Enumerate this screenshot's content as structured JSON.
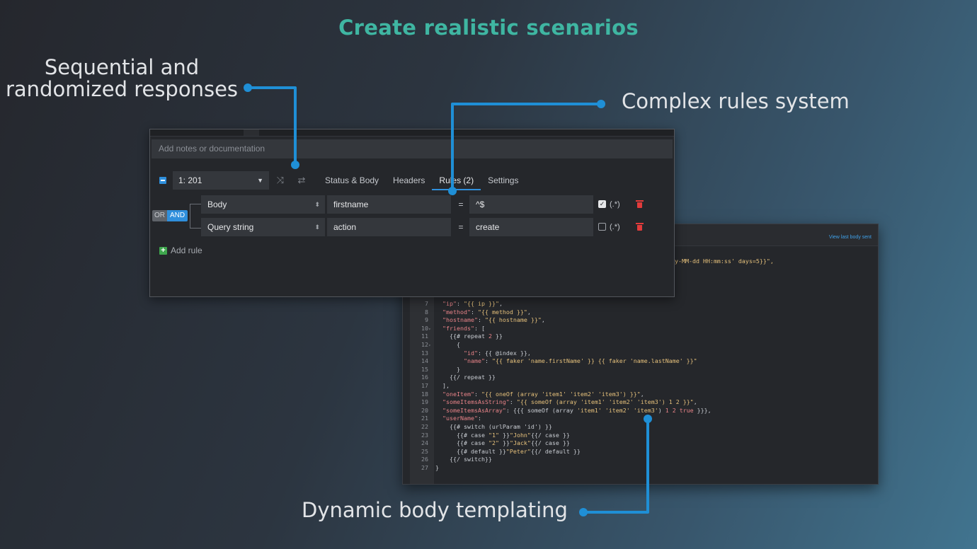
{
  "headline": "Create realistic scenarios",
  "callouts": {
    "sequential_line1": "Sequential and",
    "sequential_line2": "randomized responses",
    "rules": "Complex rules system",
    "templating": "Dynamic body templating"
  },
  "accent_colors": {
    "headline": "#3fb6a2",
    "connector": "#1f8fd6",
    "active_tab": "#2f8fdc",
    "delete": "#e23b3b",
    "add": "#3ea64d"
  },
  "route_panel": {
    "notes_placeholder": "Add notes or documentation",
    "response_select": "1: 201",
    "icons": {
      "random": "shuffle-icon",
      "sequential": "repeat-icon"
    },
    "tabs": [
      {
        "label": "Status & Body",
        "active": false
      },
      {
        "label": "Headers",
        "active": false
      },
      {
        "label": "Rules (2)",
        "active": true
      },
      {
        "label": "Settings",
        "active": false
      }
    ],
    "logic": {
      "or": "OR",
      "and": "AND",
      "selected": "AND"
    },
    "rules": [
      {
        "target": "Body",
        "property": "firstname",
        "operator": "=",
        "value": "^$",
        "regex_checked": true,
        "regex_label": "(.*)"
      },
      {
        "target": "Query string",
        "property": "action",
        "operator": "=",
        "value": "create",
        "regex_checked": false,
        "regex_label": "(.*)"
      }
    ],
    "add_rule": "Add rule"
  },
  "editor": {
    "view_last_body": "View last body sent",
    "partial_line": "yy-MM-dd HH:mm:ss' days=5}}\",",
    "lines": [
      {
        "n": "7",
        "fold": false,
        "indent": 1,
        "tokens": [
          [
            "k",
            "\"ip\""
          ],
          [
            "p",
            ": "
          ],
          [
            "s",
            "\"{{ ip }}\""
          ],
          [
            "p",
            ","
          ]
        ]
      },
      {
        "n": "8",
        "fold": false,
        "indent": 1,
        "tokens": [
          [
            "k",
            "\"method\""
          ],
          [
            "p",
            ": "
          ],
          [
            "s",
            "\"{{ method }}\""
          ],
          [
            "p",
            ","
          ]
        ]
      },
      {
        "n": "9",
        "fold": false,
        "indent": 1,
        "tokens": [
          [
            "k",
            "\"hostname\""
          ],
          [
            "p",
            ": "
          ],
          [
            "s",
            "\"{{ hostname }}\""
          ],
          [
            "p",
            ","
          ]
        ]
      },
      {
        "n": "10",
        "fold": true,
        "indent": 1,
        "tokens": [
          [
            "k",
            "\"friends\""
          ],
          [
            "p",
            ": ["
          ]
        ]
      },
      {
        "n": "11",
        "fold": false,
        "indent": 2,
        "tokens": [
          [
            "g",
            "{{# repeat "
          ],
          [
            "n",
            "2"
          ],
          [
            "g",
            " }}"
          ]
        ]
      },
      {
        "n": "12",
        "fold": true,
        "indent": 3,
        "tokens": [
          [
            "p",
            "{"
          ]
        ]
      },
      {
        "n": "13",
        "fold": false,
        "indent": 4,
        "tokens": [
          [
            "k",
            "\"id\""
          ],
          [
            "p",
            ": {{ @index }},"
          ]
        ]
      },
      {
        "n": "14",
        "fold": false,
        "indent": 4,
        "tokens": [
          [
            "k",
            "\"name\""
          ],
          [
            "p",
            ": "
          ],
          [
            "s",
            "\"{{ faker 'name.firstName' }} {{ faker 'name.lastName' }}\""
          ]
        ]
      },
      {
        "n": "15",
        "fold": false,
        "indent": 3,
        "tokens": [
          [
            "p",
            "}"
          ]
        ]
      },
      {
        "n": "16",
        "fold": false,
        "indent": 2,
        "tokens": [
          [
            "g",
            "{{/ repeat }}"
          ]
        ]
      },
      {
        "n": "17",
        "fold": false,
        "indent": 1,
        "tokens": [
          [
            "p",
            "],"
          ]
        ]
      },
      {
        "n": "18",
        "fold": false,
        "indent": 1,
        "tokens": [
          [
            "k",
            "\"oneItem\""
          ],
          [
            "p",
            ": "
          ],
          [
            "s",
            "\"{{ oneOf (array 'item1' 'item2' 'item3') }}\""
          ],
          [
            "p",
            ","
          ]
        ]
      },
      {
        "n": "19",
        "fold": false,
        "indent": 1,
        "tokens": [
          [
            "k",
            "\"someItemsAsString\""
          ],
          [
            "p",
            ": "
          ],
          [
            "s",
            "\"{{ someOf (array 'item1' 'item2' 'item3') 1 2 }}\""
          ],
          [
            "p",
            ","
          ]
        ]
      },
      {
        "n": "20",
        "fold": false,
        "indent": 1,
        "tokens": [
          [
            "k",
            "\"someItemsAsArray\""
          ],
          [
            "p",
            ": {{{ someOf (array "
          ],
          [
            "s",
            "'item1' 'item2' 'item3'"
          ],
          [
            "p",
            ") "
          ],
          [
            "n",
            "1 2 true"
          ],
          [
            "p",
            " }}},"
          ]
        ]
      },
      {
        "n": "21",
        "fold": false,
        "indent": 1,
        "tokens": [
          [
            "k",
            "\"userName\""
          ],
          [
            "p",
            ":"
          ]
        ]
      },
      {
        "n": "22",
        "fold": false,
        "indent": 2,
        "tokens": [
          [
            "g",
            "{{# switch (urlParam 'id') }}"
          ]
        ]
      },
      {
        "n": "23",
        "fold": false,
        "indent": 3,
        "tokens": [
          [
            "g",
            "{{# case "
          ],
          [
            "s",
            "\"1\""
          ],
          [
            "g",
            " }}"
          ],
          [
            "s",
            "\"John\""
          ],
          [
            "g",
            "{{/ case }}"
          ]
        ]
      },
      {
        "n": "24",
        "fold": false,
        "indent": 3,
        "tokens": [
          [
            "g",
            "{{# case "
          ],
          [
            "s",
            "\"2\""
          ],
          [
            "g",
            " }}"
          ],
          [
            "s",
            "\"Jack\""
          ],
          [
            "g",
            "{{/ case }}"
          ]
        ]
      },
      {
        "n": "25",
        "fold": false,
        "indent": 3,
        "tokens": [
          [
            "g",
            "{{# default }}"
          ],
          [
            "s",
            "\"Peter\""
          ],
          [
            "g",
            "{{/ default }}"
          ]
        ]
      },
      {
        "n": "26",
        "fold": false,
        "indent": 2,
        "tokens": [
          [
            "g",
            "{{/ switch}}"
          ]
        ]
      },
      {
        "n": "27",
        "fold": false,
        "indent": 0,
        "tokens": [
          [
            "p",
            "}"
          ]
        ]
      }
    ]
  }
}
